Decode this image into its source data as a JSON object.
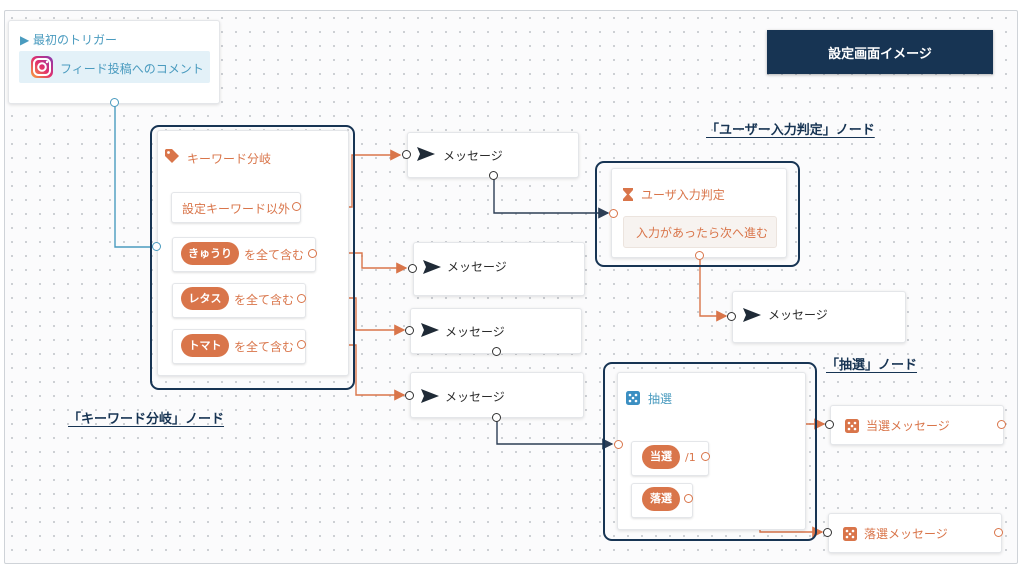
{
  "title_button": "設定画面イメージ",
  "trigger": {
    "header": "最初のトリガー",
    "item": "フィード投稿へのコメント",
    "icon": "instagram-icon"
  },
  "keyword_node": {
    "title": "キーワード分岐",
    "default_label": "設定キーワード以外",
    "conditions": [
      {
        "pill": "きゅうり",
        "text": "を全て含む"
      },
      {
        "pill": "レタス",
        "text": "を全て含む"
      },
      {
        "pill": "トマト",
        "text": "を全て含む"
      }
    ],
    "caption": "「キーワード分岐」ノード"
  },
  "messages": [
    "メッセージ",
    "メッセージ",
    "メッセージ",
    "メッセージ",
    "メッセージ"
  ],
  "input_node": {
    "title": "ユーザ入力判定",
    "body": "入力があったら次へ進む",
    "caption": "「ユーザー入力判定」ノード"
  },
  "lottery_node": {
    "title": "抽選",
    "win_pill": "当選",
    "win_ratio": "/1",
    "lose_pill": "落選",
    "caption": "「抽選」ノード"
  },
  "win_message": "当選メッセージ",
  "lose_message": "落選メッセージ",
  "colors": {
    "accent": "#d9754a",
    "frame": "#173453",
    "trigger_blue": "#4a9bbf"
  }
}
